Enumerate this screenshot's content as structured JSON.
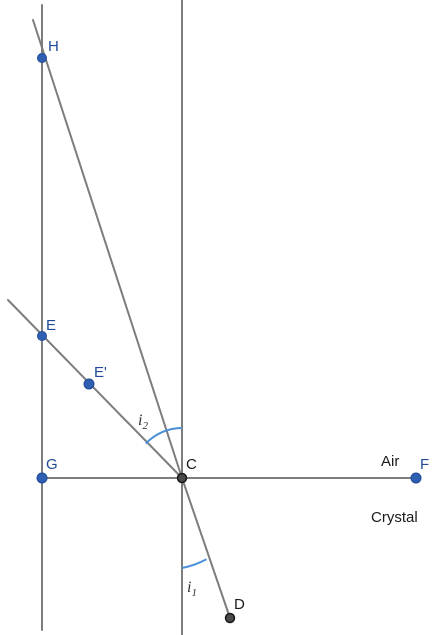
{
  "points": {
    "H": "H",
    "E": "E",
    "E_prime": "E'",
    "G": "G",
    "C": "C",
    "F": "F",
    "D": "D"
  },
  "angles": {
    "i2": {
      "symbol": "i",
      "subscript": "2"
    },
    "i1": {
      "symbol": "i",
      "subscript": "1"
    }
  },
  "media": {
    "upper": "Air",
    "lower": "Crystal"
  },
  "colors": {
    "line": "#7d7d7d",
    "point_blue": "#2f5fb3",
    "point_dark": "#4a4a4a",
    "angle_arc": "#4a90d9"
  }
}
